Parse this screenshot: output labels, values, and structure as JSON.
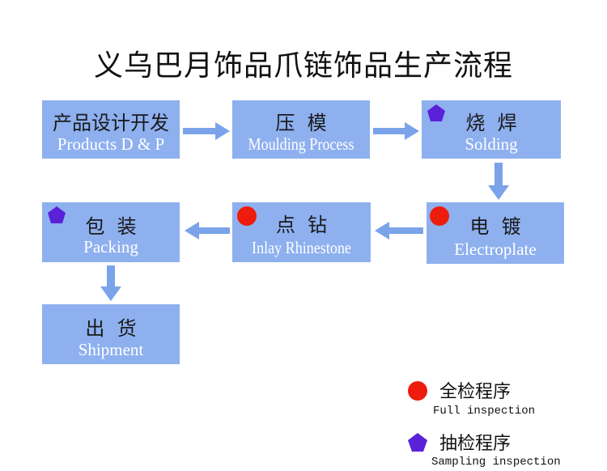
{
  "title": "义乌巴月饰品爪链饰品生产流程",
  "colors": {
    "box_fill": "#8eb0ef",
    "arrow": "#7aa3ea",
    "full_inspection": "#ee1c0c",
    "sampling_inspection": "#5a22d8"
  },
  "steps": [
    {
      "cn": "产品设计开发",
      "en": "Products D & P"
    },
    {
      "cn": "压  模",
      "en": "Moulding Process"
    },
    {
      "cn": "烧  焊",
      "en": "Solding",
      "marker": "sampling"
    },
    {
      "cn": "电  镀",
      "en": "Electroplate",
      "marker": "full"
    },
    {
      "cn": "点  钻",
      "en": "Inlay Rhinestone",
      "marker": "full"
    },
    {
      "cn": "包  装",
      "en": "Packing",
      "marker": "sampling"
    },
    {
      "cn": "出  货",
      "en": "Shipment"
    }
  ],
  "legend": {
    "full": {
      "cn": "全检程序",
      "en": "Full inspection",
      "icon": "red-circle-icon"
    },
    "sampling": {
      "cn": "抽检程序",
      "en": "Sampling inspection",
      "icon": "purple-pentagon-icon"
    }
  }
}
